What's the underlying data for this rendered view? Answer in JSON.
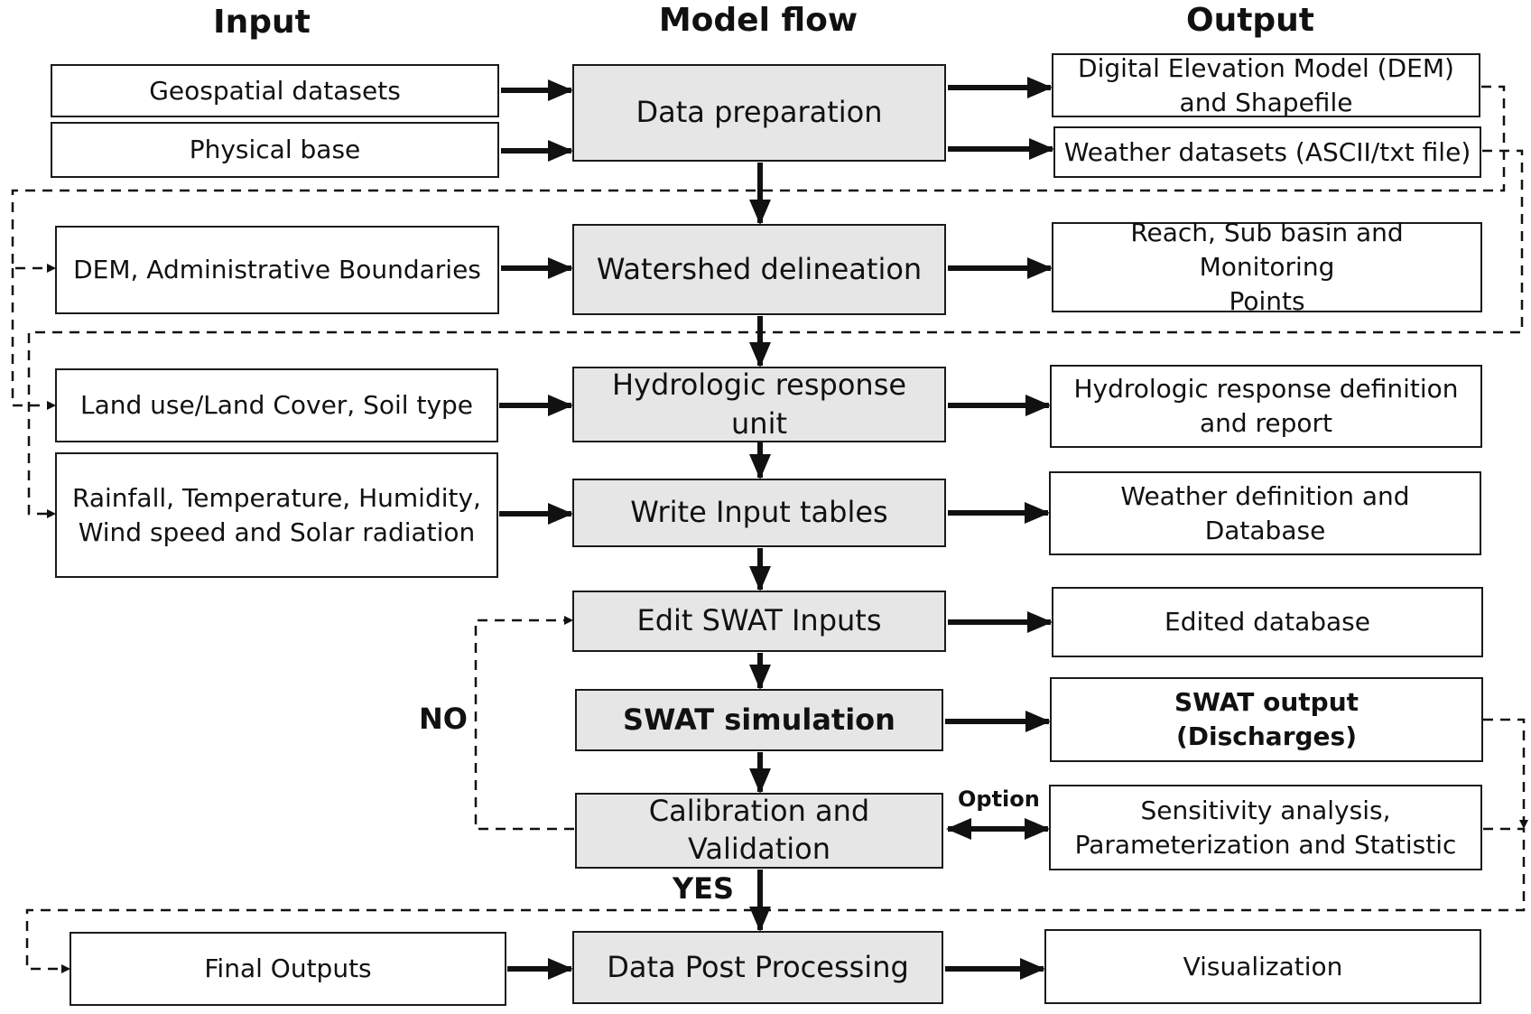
{
  "headers": {
    "input": "Input",
    "model_flow": "Model flow",
    "output": "Output"
  },
  "inputs": {
    "geospatial": "Geospatial datasets",
    "physical": "Physical base",
    "dem_admin": "DEM, Administrative Boundaries",
    "landuse": "Land use/Land Cover, Soil type",
    "weather_line1": "Rainfall, Temperature, Humidity,",
    "weather_line2": "Wind speed and Solar radiation",
    "final": "Final Outputs"
  },
  "flow": {
    "data_prep": "Data preparation",
    "watershed": "Watershed delineation",
    "hru": "Hydrologic response unit",
    "write_tables": "Write Input tables",
    "edit_swat": "Edit SWAT Inputs",
    "swat_sim": "SWAT simulation",
    "calib_line1": "Calibration and",
    "calib_line2": "Validation",
    "post": "Data Post Processing"
  },
  "outputs": {
    "dem_line1": "Digital Elevation Model (DEM)",
    "dem_line2": "and Shapefile",
    "weather_datasets": "Weather datasets (ASCII/txt file)",
    "reach_line1": "Reach, Sub basin and Monitoring",
    "reach_line2": "Points",
    "hru_def_line1": "Hydrologic response definition",
    "hru_def_line2": "and report",
    "weather_def": "Weather definition and Database",
    "edited_db": "Edited database",
    "swat_out_line1": "SWAT output",
    "swat_out_line2": "(Discharges)",
    "sens_line1": "Sensitivity analysis,",
    "sens_line2": "Parameterization and Statistic",
    "visualization": "Visualization"
  },
  "labels": {
    "no": "NO",
    "yes": "YES",
    "option": "Option"
  }
}
